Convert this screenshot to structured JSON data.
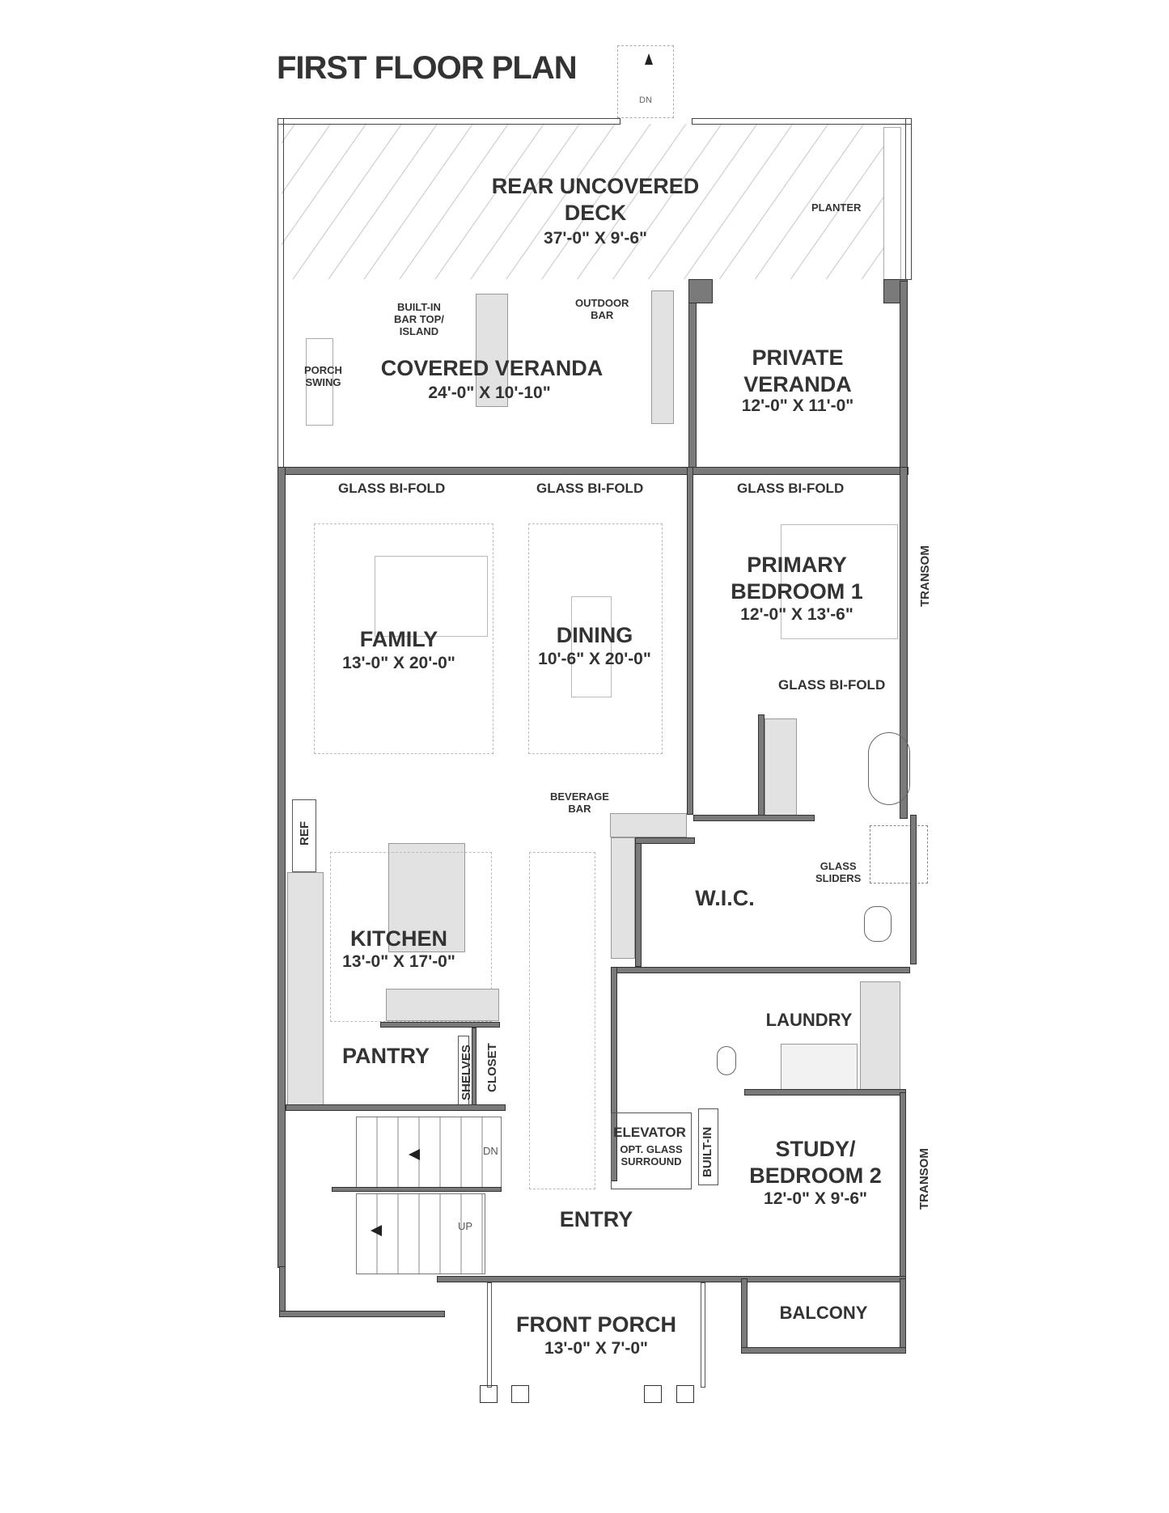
{
  "title": "FIRST FLOOR PLAN",
  "stair_note_top": "DN",
  "rooms": {
    "rear_deck": {
      "name_line1": "REAR UNCOVERED",
      "name_line2": "DECK",
      "dim": "37'-0\" X 9'-6\""
    },
    "covered_veranda": {
      "name": "COVERED VERANDA",
      "dim": "24'-0\" X 10'-10\""
    },
    "private_veranda": {
      "name_line1": "PRIVATE",
      "name_line2": "VERANDA",
      "dim": "12'-0\" X 11'-0\""
    },
    "family": {
      "name": "FAMILY",
      "dim": "13'-0\" X 20'-0\""
    },
    "dining": {
      "name": "DINING",
      "dim": "10'-6\" X 20'-0\""
    },
    "primary_bedroom": {
      "name_line1": "PRIMARY",
      "name_line2": "BEDROOM 1",
      "dim": "12'-0\" X 13'-6\""
    },
    "kitchen": {
      "name": "KITCHEN",
      "dim": "13'-0\" X 17'-0\""
    },
    "wic": {
      "name": "W.I.C."
    },
    "pantry": {
      "name": "PANTRY"
    },
    "laundry": {
      "name": "LAUNDRY"
    },
    "elevator": {
      "name": "ELEVATOR",
      "note_line1": "OPT. GLASS",
      "note_line2": "SURROUND"
    },
    "study": {
      "name_line1": "STUDY/",
      "name_line2": "BEDROOM 2",
      "dim": "12'-0\" X 9'-6\""
    },
    "entry": {
      "name": "ENTRY"
    },
    "front_porch": {
      "name": "FRONT PORCH",
      "dim": "13'-0\" X 7'-0\""
    },
    "balcony": {
      "name": "BALCONY"
    }
  },
  "labels": {
    "planter": "PLANTER",
    "built_in_bar_line1": "BUILT-IN",
    "built_in_bar_line2": "BAR TOP/",
    "built_in_bar_line3": "ISLAND",
    "outdoor_bar_line1": "OUTDOOR",
    "outdoor_bar_line2": "BAR",
    "porch_swing_line1": "PORCH",
    "porch_swing_line2": "SWING",
    "glass_bifold_1": "GLASS BI-FOLD",
    "glass_bifold_2": "GLASS BI-FOLD",
    "glass_bifold_3": "GLASS BI-FOLD",
    "glass_bifold_4": "GLASS BI-FOLD",
    "transom_1": "TRANSOM",
    "transom_2": "TRANSOM",
    "beverage_bar_line1": "BEVERAGE",
    "beverage_bar_line2": "BAR",
    "ref": "REF",
    "glass_sliders_line1": "GLASS",
    "glass_sliders_line2": "SLIDERS",
    "shelves": "SHELVES",
    "closet": "CLOSET",
    "built_in": "BUILT-IN",
    "stair_dn": "DN",
    "stair_up": "UP"
  }
}
